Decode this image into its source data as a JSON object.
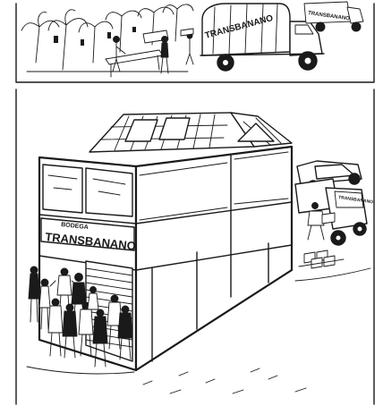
{
  "top_scene": {
    "truck_main_label": "TRANSBANANO",
    "truck_far_label": "TRANSBANANO"
  },
  "bottom_scene": {
    "sign_top": "BODEGA",
    "sign_main": "TRANSBANANO",
    "truck_right_label": "TRANSBANANO"
  },
  "colors": {
    "ink": "#1a1a1a",
    "paper": "#ffffff"
  }
}
